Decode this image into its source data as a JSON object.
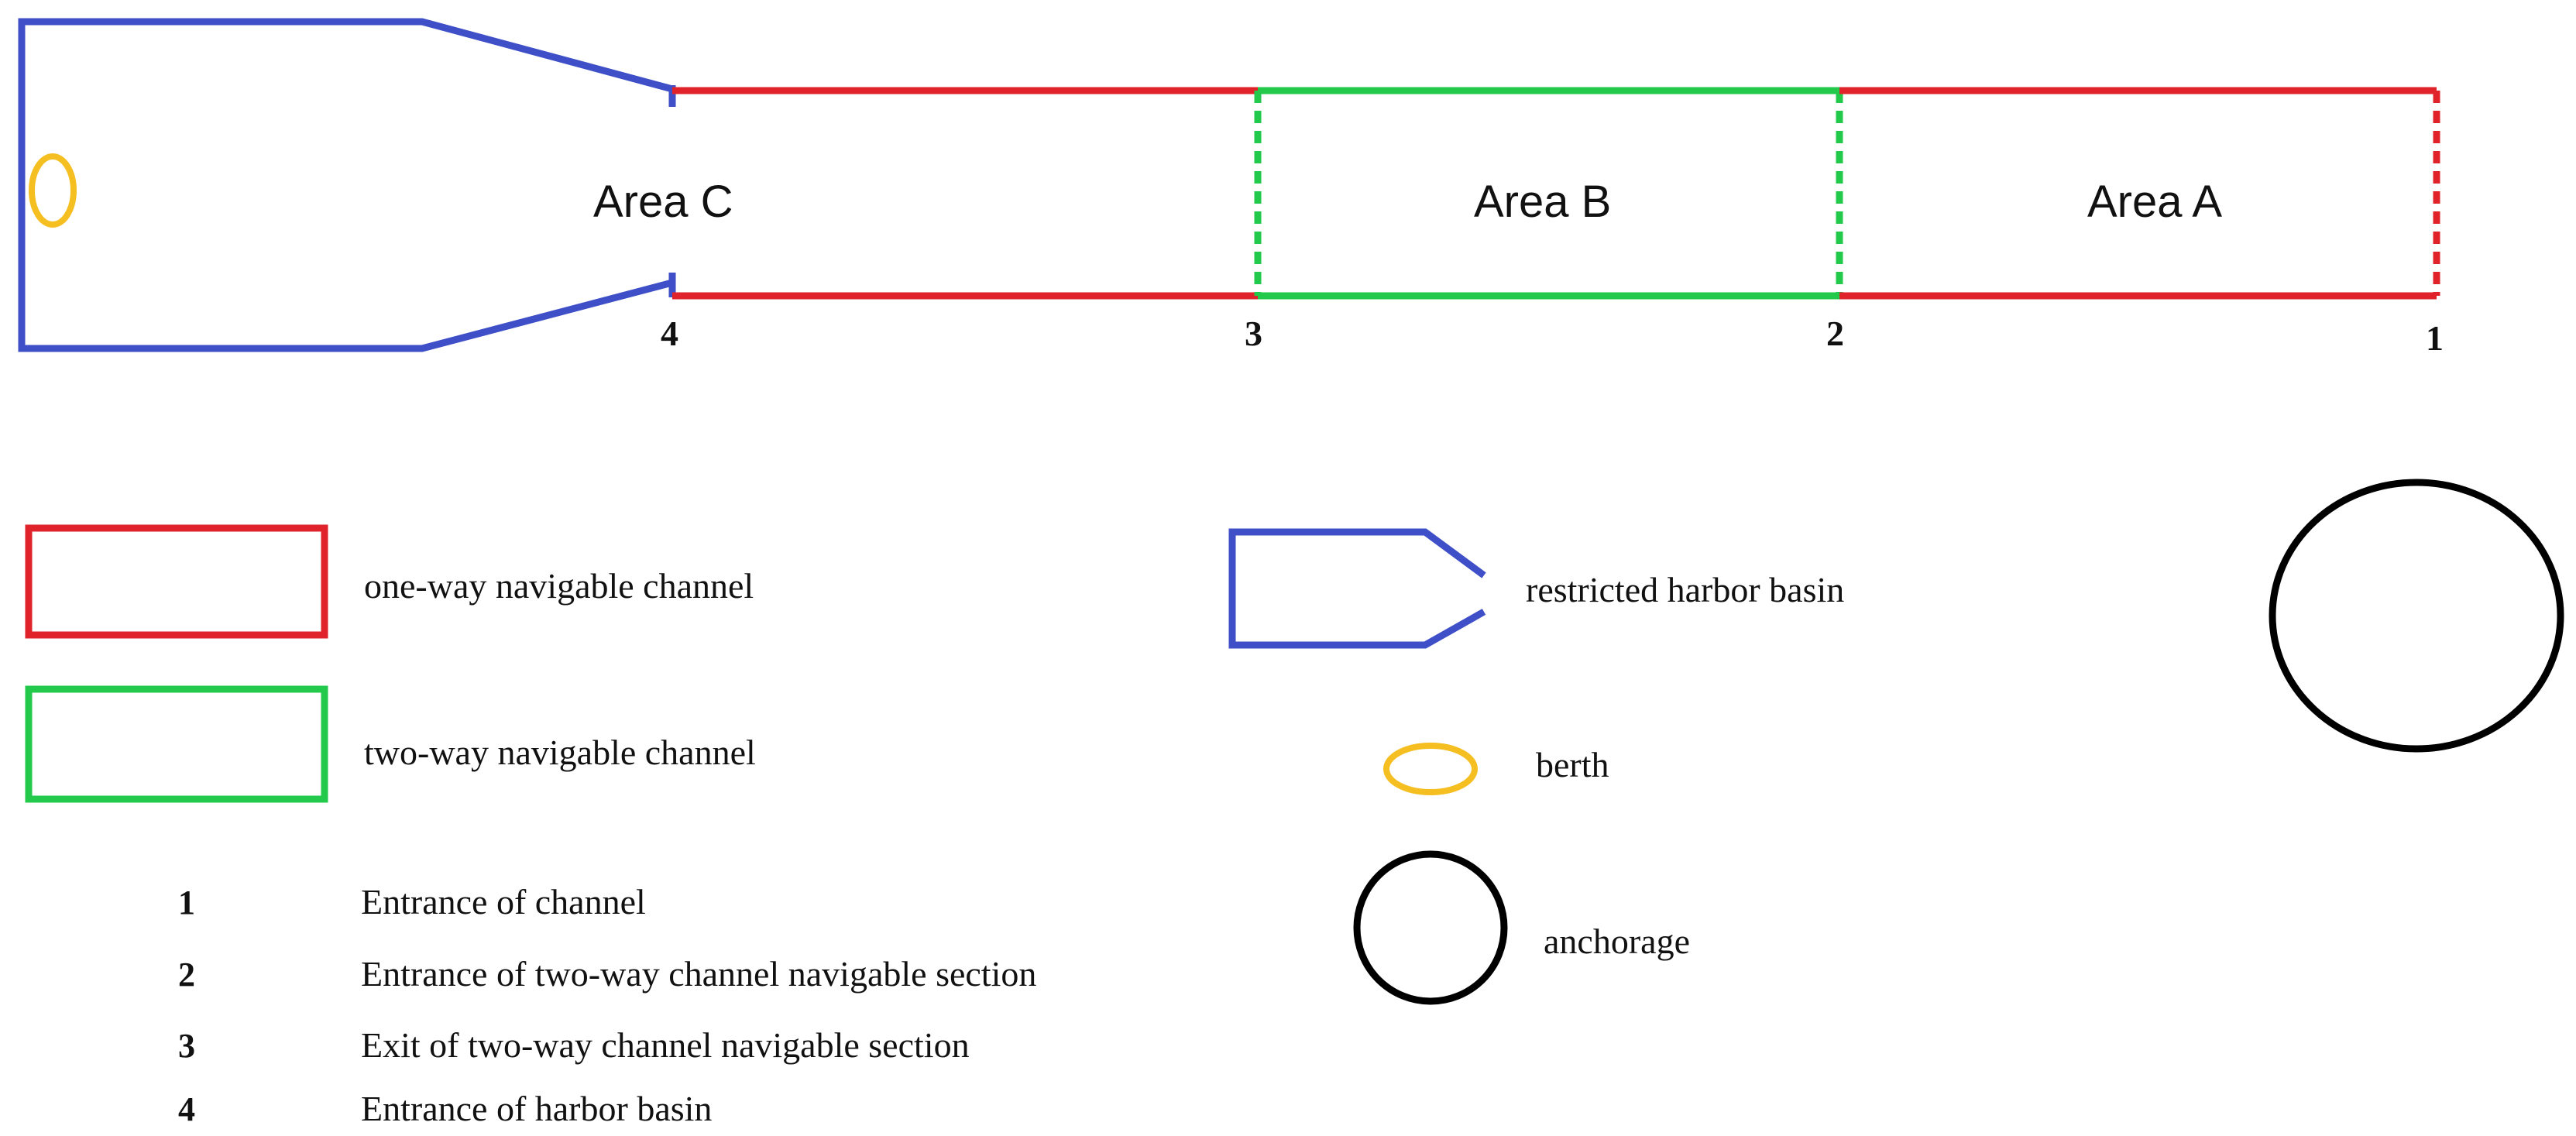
{
  "colors": {
    "one_way": "#e0232b",
    "two_way": "#22c94a",
    "harbor": "#3f4fc7",
    "berth": "#f5be21",
    "anchorage": "#000000"
  },
  "areas": {
    "area_c": "Area C",
    "area_b": "Area B",
    "area_a": "Area A"
  },
  "points": {
    "p1": "1",
    "p2": "2",
    "p3": "3",
    "p4": "4"
  },
  "legend": {
    "one_way": "one-way navigable channel",
    "two_way": "two-way navigable channel",
    "harbor": "restricted harbor basin",
    "berth": "berth",
    "anchorage": "anchorage"
  },
  "key": [
    {
      "num": "1",
      "desc": "Entrance of channel"
    },
    {
      "num": "2",
      "desc": "Entrance of two-way channel navigable section"
    },
    {
      "num": "3",
      "desc": "Exit of two-way channel navigable section"
    },
    {
      "num": "4",
      "desc": "Entrance of harbor basin"
    }
  ]
}
